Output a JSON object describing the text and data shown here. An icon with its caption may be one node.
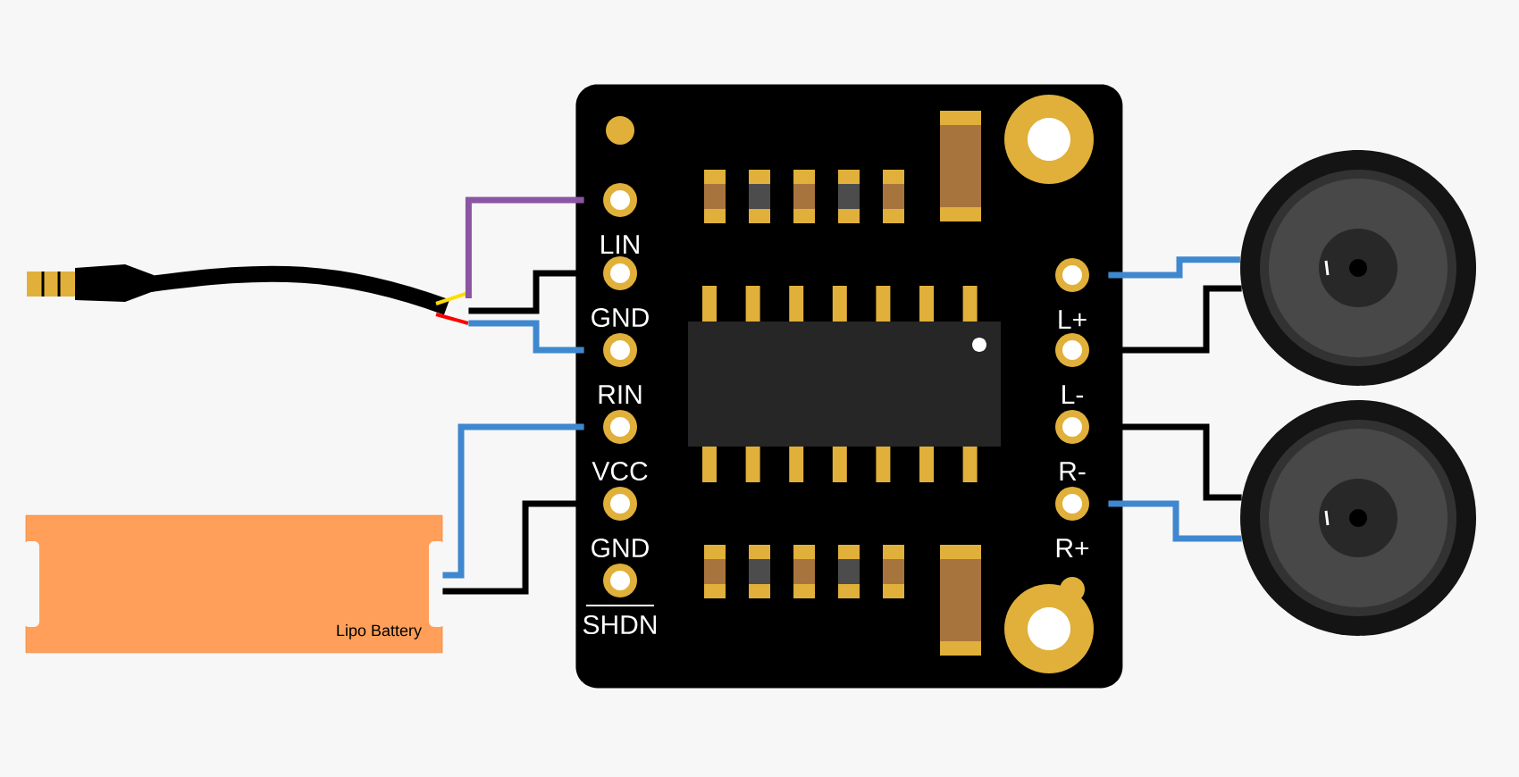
{
  "diagram": {
    "nodes": [
      {
        "text": [],
        "shape": "picture"
      },
      {
        "text": [
          "Lipo Battery"
        ]
      },
      {
        "text": [],
        "shape": "box"
      },
      {
        "text": [
          "LIN"
        ],
        "in": 2
      },
      {
        "text": [
          "GND"
        ],
        "in": 2
      },
      {
        "text": [
          "RIN"
        ],
        "in": 2
      },
      {
        "text": [
          "VCC"
        ],
        "in": 2
      },
      {
        "text": [
          "GND"
        ],
        "in": 2
      },
      {
        "text": [
          "SHDN"
        ],
        "in": 2
      },
      {
        "text": [
          "L+"
        ],
        "in": 2
      },
      {
        "text": [
          "L-"
        ],
        "in": 2
      },
      {
        "text": [
          "R-"
        ],
        "in": 2
      },
      {
        "text": [
          "R+"
        ],
        "in": 2
      },
      {
        "text": [],
        "shape": "picture"
      },
      {
        "text": [],
        "shape": "picture"
      }
    ],
    "edges": [
      {
        "from": 0,
        "to": 3,
        "arrow": "none",
        "color": "#8a55a3"
      },
      {
        "from": 0,
        "to": 4,
        "arrow": "none",
        "color": "#000000"
      },
      {
        "from": 0,
        "to": 5,
        "arrow": "none",
        "color": "#3f88cf"
      },
      {
        "from": 1,
        "to": 6,
        "arrow": "none",
        "color": "#3f88cf"
      },
      {
        "from": 1,
        "to": 7,
        "arrow": "none",
        "color": "#000000"
      },
      {
        "from": 9,
        "to": 13,
        "arrow": "none",
        "color": "#3f88cf"
      },
      {
        "from": 10,
        "to": 13,
        "arrow": "none",
        "color": "#000000"
      },
      {
        "from": 11,
        "to": 14,
        "arrow": "none",
        "color": "#000000"
      },
      {
        "from": 12,
        "to": 14,
        "arrow": "none",
        "color": "#3f88cf"
      }
    ]
  }
}
